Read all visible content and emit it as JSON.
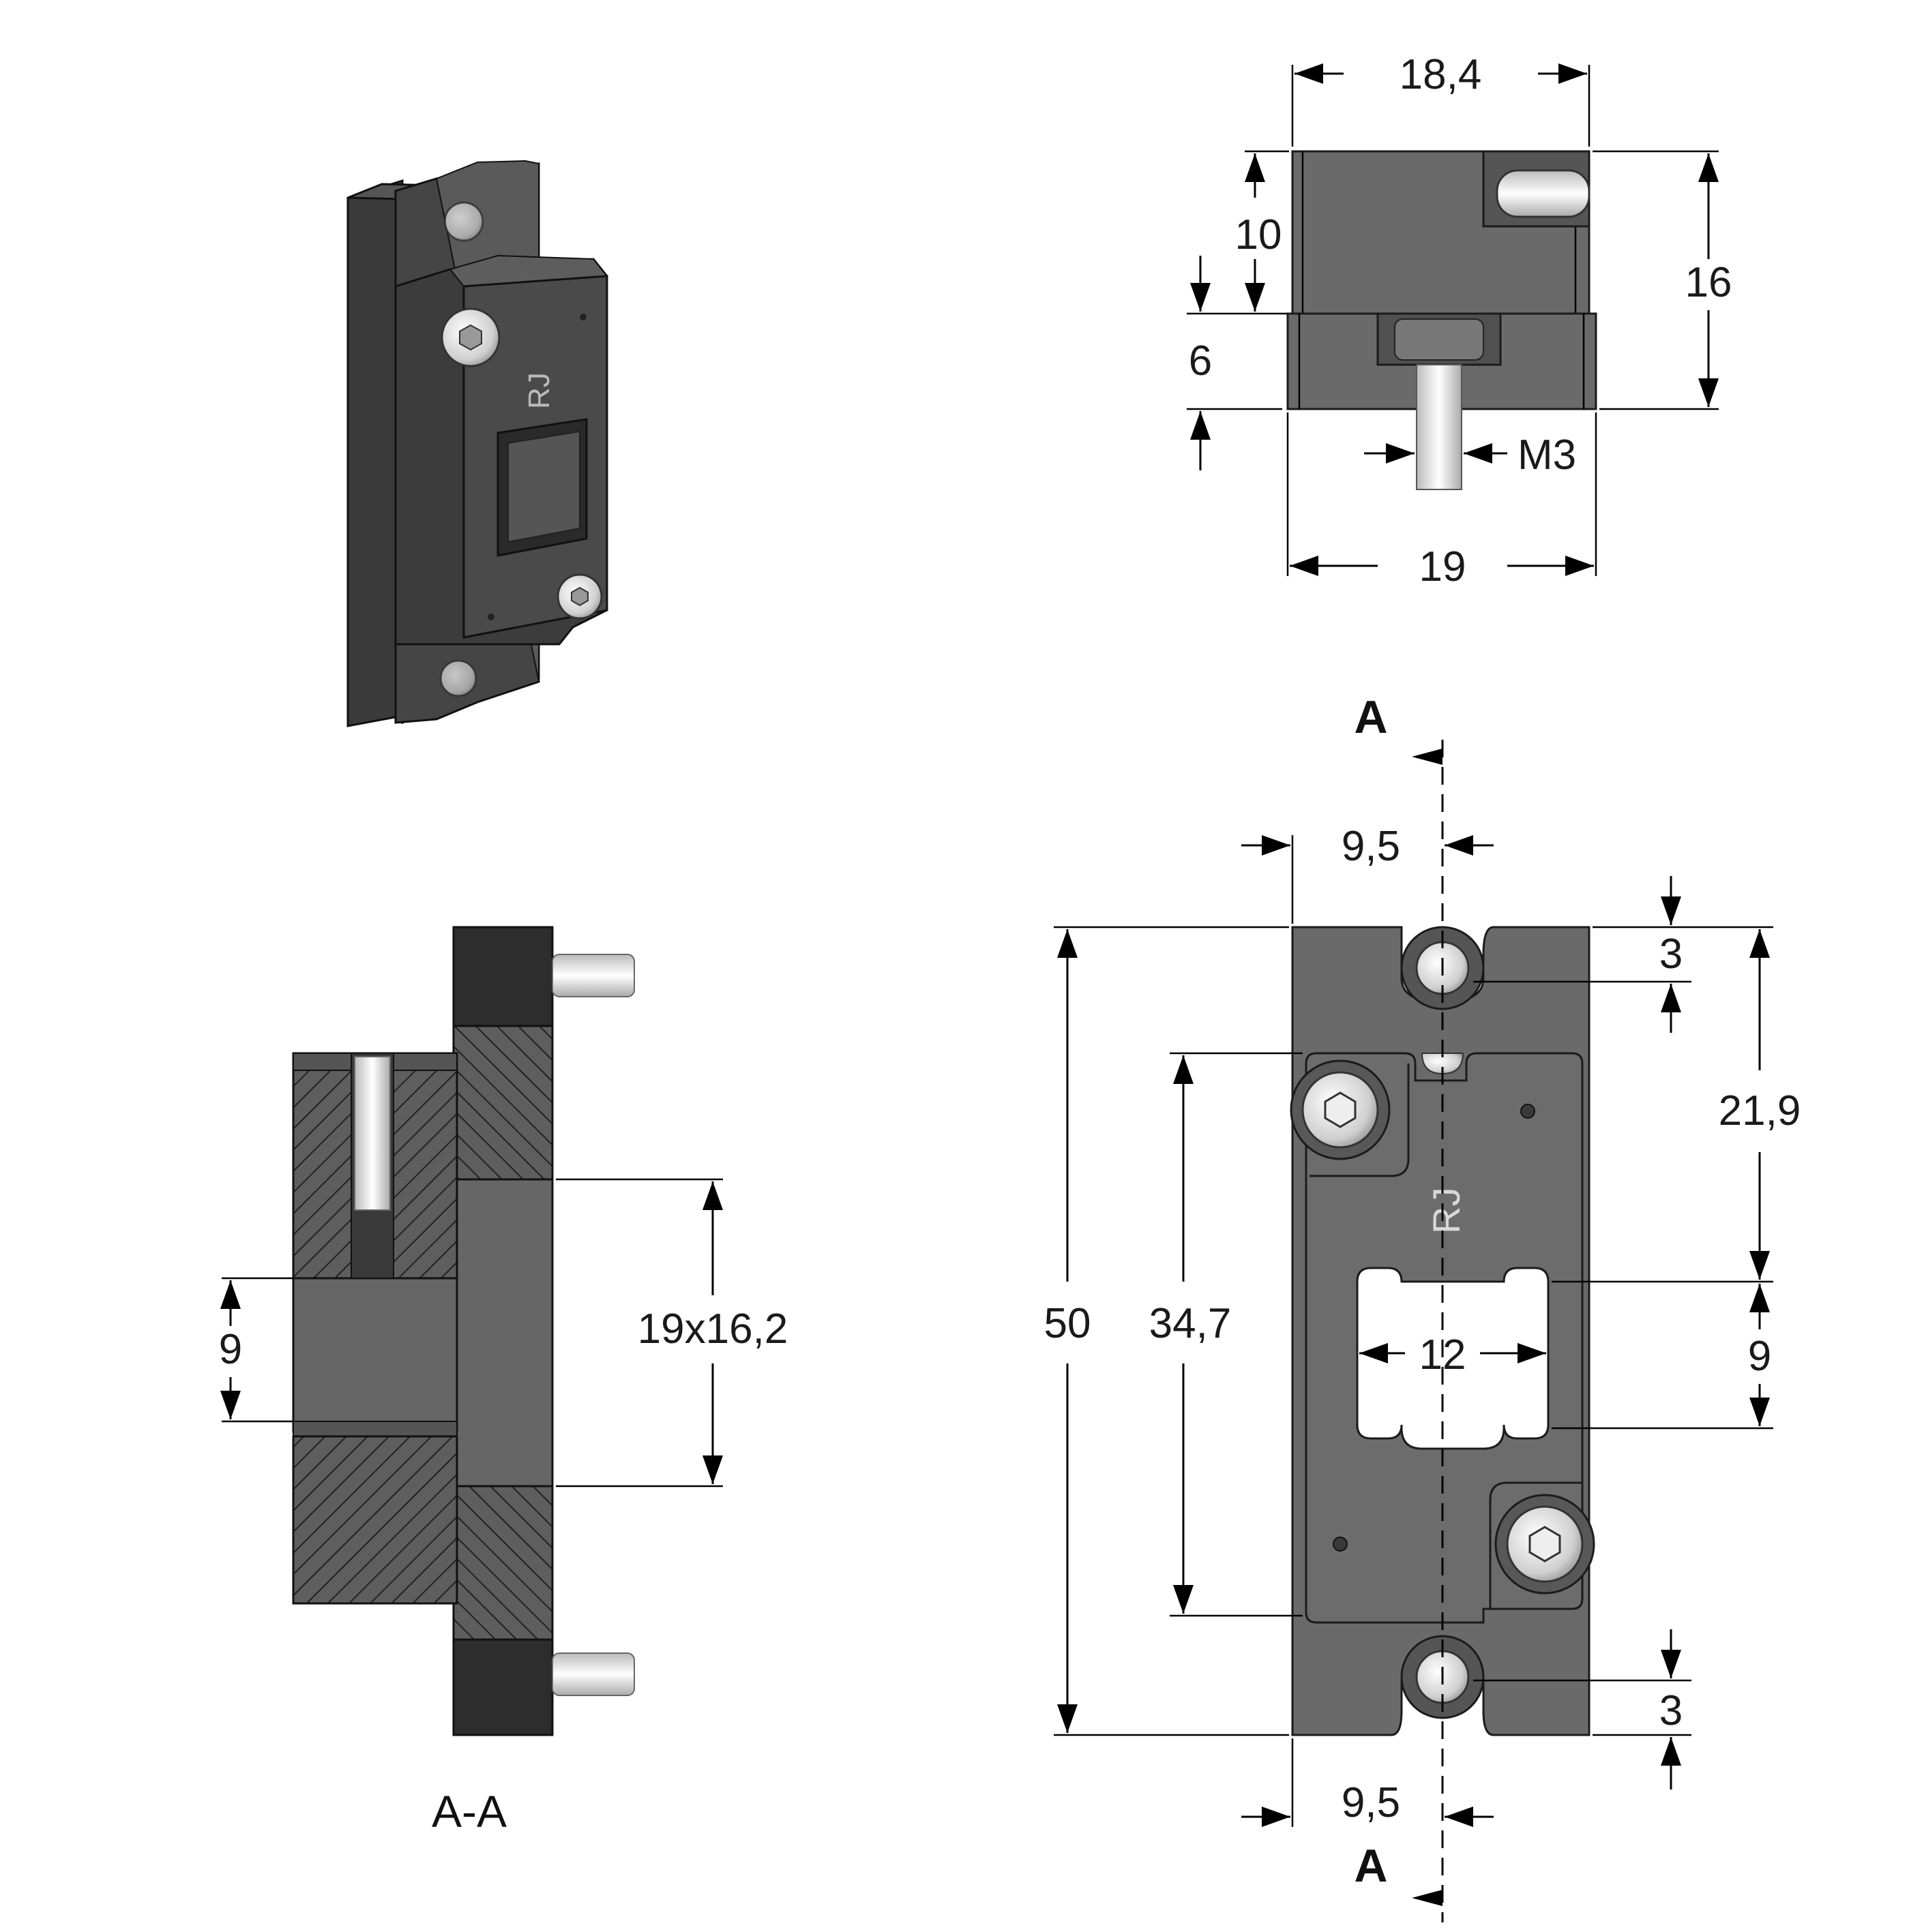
{
  "iso_view": {
    "engraving": "RJ"
  },
  "side_view": {
    "dims": {
      "width_top": "18,4",
      "height_upper": "10",
      "height_lower": "6",
      "height_total": "16",
      "thread": "M3",
      "width_bottom": "19"
    }
  },
  "front_view": {
    "section_letter_top": "A",
    "section_letter_bottom": "A",
    "engraving": "RJ",
    "dims": {
      "offset_top": "9,5",
      "offset_bottom": "9,5",
      "edge_top": "3",
      "edge_bottom": "3",
      "to_window": "21,9",
      "window_h_right": "9",
      "total_height": "50",
      "inner_height": "34,7",
      "window_w": "12"
    }
  },
  "section_view": {
    "caption": "A-A",
    "dims": {
      "window_h": "9",
      "opening": "19x16,2"
    }
  },
  "colors": {
    "body": "#6a6a6a",
    "dark": "#444444",
    "line": "#000000",
    "background": "#ffffff"
  }
}
